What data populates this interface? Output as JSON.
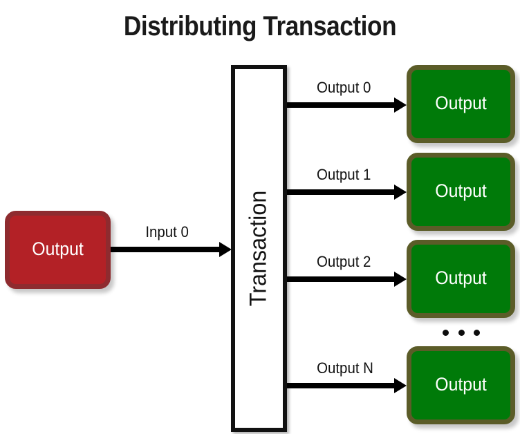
{
  "diagram": {
    "title": "Distributing Transaction",
    "type": "flow-diagram",
    "background_color": "#ffffff"
  },
  "colors": {
    "input_node_fill": "#b32126",
    "input_node_border": "#8e2b2f",
    "output_node_fill": "#007a09",
    "output_node_border": "#5b5c28",
    "transaction_fill": "#ffffff",
    "transaction_border": "#111111",
    "arrow_color": "#000000",
    "title_color": "#1a1a1a",
    "node_text_color": "#ffffff"
  },
  "input_node": {
    "label": "Output",
    "name": "input-output-node"
  },
  "transaction": {
    "label": "Transaction"
  },
  "input_edge": {
    "label": "Input 0"
  },
  "output_edges": [
    {
      "label": "Output 0"
    },
    {
      "label": "Output 1"
    },
    {
      "label": "Output 2"
    },
    {
      "label": "Output N"
    }
  ],
  "output_nodes": [
    {
      "label": "Output"
    },
    {
      "label": "Output"
    },
    {
      "label": "Output"
    },
    {
      "label": "Output"
    }
  ],
  "ellipsis": {
    "label": "...",
    "dot_count": 3
  }
}
